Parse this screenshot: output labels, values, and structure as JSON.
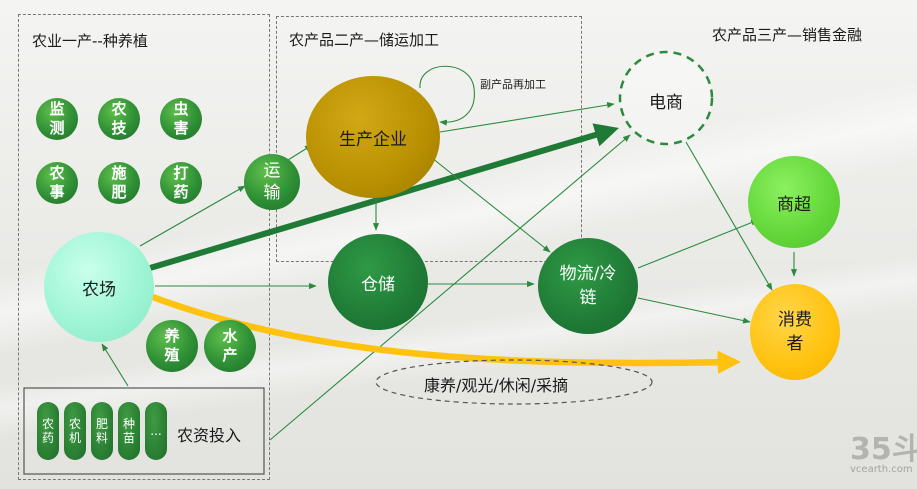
{
  "sections": {
    "primary_title": "农业一产--种养植",
    "secondary_title": "农产品二产—储运加工",
    "tertiary_title": "农产品三产—销售金融"
  },
  "farm_services": [
    "监测",
    "农技",
    "虫害",
    "农事",
    "施肥",
    "打药"
  ],
  "nodes": {
    "farm": "农场",
    "transport": "运输",
    "producer": "生产企业",
    "byproduct": "副产品再加工",
    "ecommerce": "电商",
    "warehouse": "仓储",
    "logistics": "物流/冷链",
    "supermarket": "商超",
    "consumer": "消费者",
    "livestock": "养殖",
    "aquatic": "水产",
    "leisure": "康养/观光/休闲/采摘"
  },
  "inputs": {
    "title": "农资投入",
    "items": [
      "农药",
      "农机",
      "肥料",
      "种苗",
      "..."
    ]
  },
  "watermark": {
    "brand": "35斗",
    "site": "vcearth.com"
  },
  "colors": {
    "dark_green": "#1f7a36",
    "light_green": "#62d639",
    "mint": "#9ff5d6",
    "gold": "#b88f00",
    "yellow": "#ffc20e",
    "arrow_green": "#2b8a3e"
  }
}
